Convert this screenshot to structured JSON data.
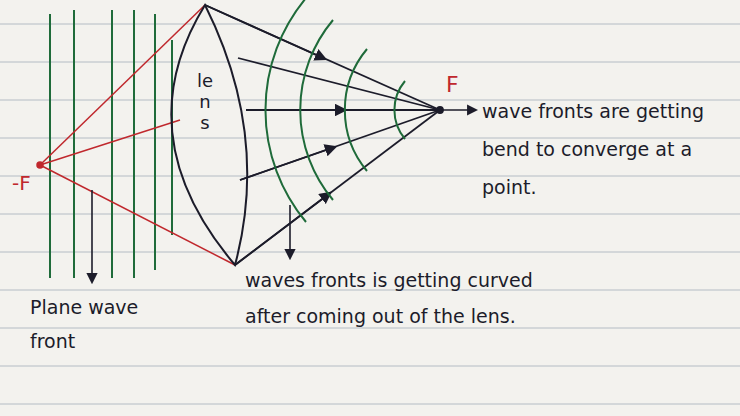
{
  "diagram": {
    "labels": [
      "F",
      "-F",
      "lens",
      "wave fronts are getting bend to converge at a point.",
      "waves fronts is getting curved after coming out of the lens.",
      "Plane wave front"
    ]
  }
}
